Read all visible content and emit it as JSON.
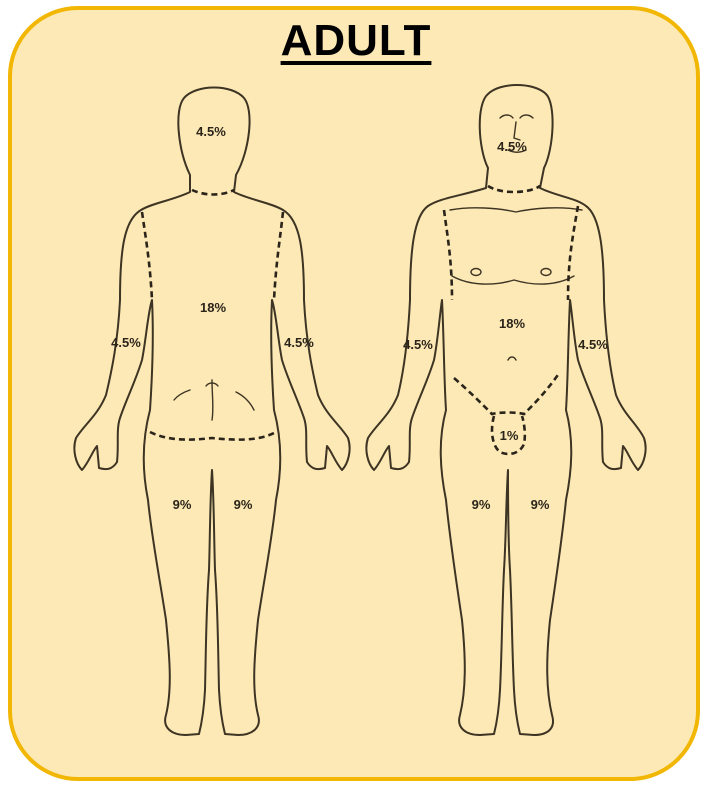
{
  "title": "ADULT",
  "colors": {
    "background": "#fde9b5",
    "border": "#f2b705",
    "ink": "#2b241a"
  },
  "back_view": {
    "head": "4.5%",
    "trunk": "18%",
    "left_arm": "4.5%",
    "right_arm": "4.5%",
    "left_leg": "9%",
    "right_leg": "9%"
  },
  "front_view": {
    "head": "4.5%",
    "trunk": "18%",
    "left_arm": "4.5%",
    "right_arm": "4.5%",
    "genitals": "1%",
    "left_leg": "9%",
    "right_leg": "9%"
  }
}
